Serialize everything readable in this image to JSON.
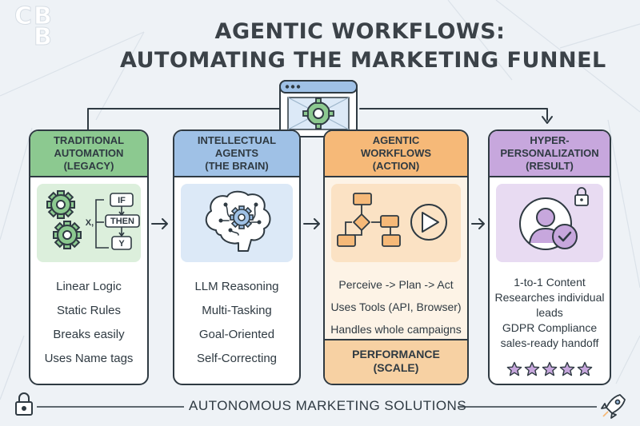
{
  "logo": {
    "line1": "CB",
    "line2": "B"
  },
  "title": {
    "line1": "AGENTIC WORKFLOWS:",
    "line2": "AUTOMATING THE MARKETING FUNNEL"
  },
  "stages": [
    {
      "header": [
        "TRADITIONAL",
        "AUTOMATION",
        "(LEGACY)"
      ],
      "icon": "gears-if-then-icon",
      "icon_labels": {
        "if": "IF",
        "x": "X,",
        "then": "THEN",
        "y": "Y"
      },
      "items": [
        "Linear Logic",
        "Static Rules",
        "Breaks easily",
        "Uses Name tags"
      ],
      "color": "#8cc990"
    },
    {
      "header": [
        "INTELLECTUAL",
        "AGENTS",
        "(THE BRAIN)"
      ],
      "icon": "brain-gear-icon",
      "items": [
        "LLM Reasoning",
        "Multi-Tasking",
        "Goal-Oriented",
        "Self-Correcting"
      ],
      "color": "#9fc1e6"
    },
    {
      "header": [
        "AGENTIC",
        "WORKFLOWS",
        "(ACTION)"
      ],
      "icon": "flowchart-play-icon",
      "items": [
        "Perceive -> Plan -> Act",
        "Uses Tools (API, Browser)",
        "Handles whole campaigns"
      ],
      "footer": [
        "PERFORMANCE",
        "(SCALE)"
      ],
      "color": "#f6b978"
    },
    {
      "header": [
        "HYPER-",
        "PERSONALIZATION",
        "(RESULT)"
      ],
      "icon": "user-check-lock-icon",
      "items": [
        "1-to-1 Content",
        "Researches individual leads",
        "GDPR Compliance",
        "sales-ready handoff"
      ],
      "rating_stars": 5,
      "color": "#c7a7dd"
    }
  ],
  "top_connector_icon": "browser-gear-icon",
  "footer": {
    "text": "AUTONOMOUS MARKETING SOLUTIONS",
    "left_icon": "lock-icon",
    "right_icon": "rocket-icon"
  }
}
